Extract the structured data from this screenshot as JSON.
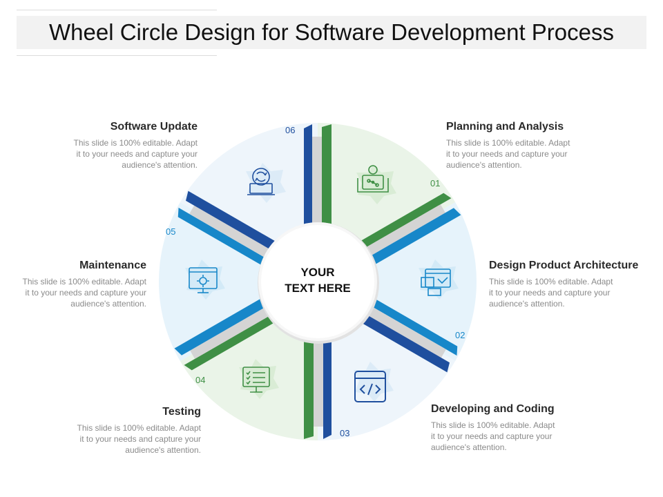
{
  "title": "Wheel Circle Design for Software Development Process",
  "center": {
    "line1": "YOUR",
    "line2": "TEXT HERE"
  },
  "colors": {
    "green": "#3f8f45",
    "blue": "#1787c9",
    "navy": "#1f4f9e",
    "green_fill": "#e8f3e6",
    "blue_fill": "#e4f2fb"
  },
  "steps": [
    {
      "number": "01",
      "title": "Planning and Analysis",
      "icon": "planning-icon",
      "text": "This slide is 100% editable. Adapt it to your needs and capture your audience's attention."
    },
    {
      "number": "02",
      "title": "Design Product Architecture",
      "icon": "architecture-icon",
      "text": "This slide is 100% editable. Adapt it to your needs and capture your audience's attention."
    },
    {
      "number": "03",
      "title": "Developing and Coding",
      "icon": "code-icon",
      "text": "This slide is 100% editable. Adapt it to your needs and capture your audience's attention."
    },
    {
      "number": "04",
      "title": "Testing",
      "icon": "checklist-icon",
      "text": "This slide is 100% editable. Adapt it to your needs and capture your audience's attention."
    },
    {
      "number": "05",
      "title": "Maintenance",
      "icon": "maintenance-icon",
      "text": "This slide is 100% editable. Adapt it to your needs and capture your audience's attention."
    },
    {
      "number": "06",
      "title": "Software Update",
      "icon": "update-icon",
      "text": "This slide is 100% editable. Adapt it to your needs and capture your audience's attention."
    }
  ]
}
